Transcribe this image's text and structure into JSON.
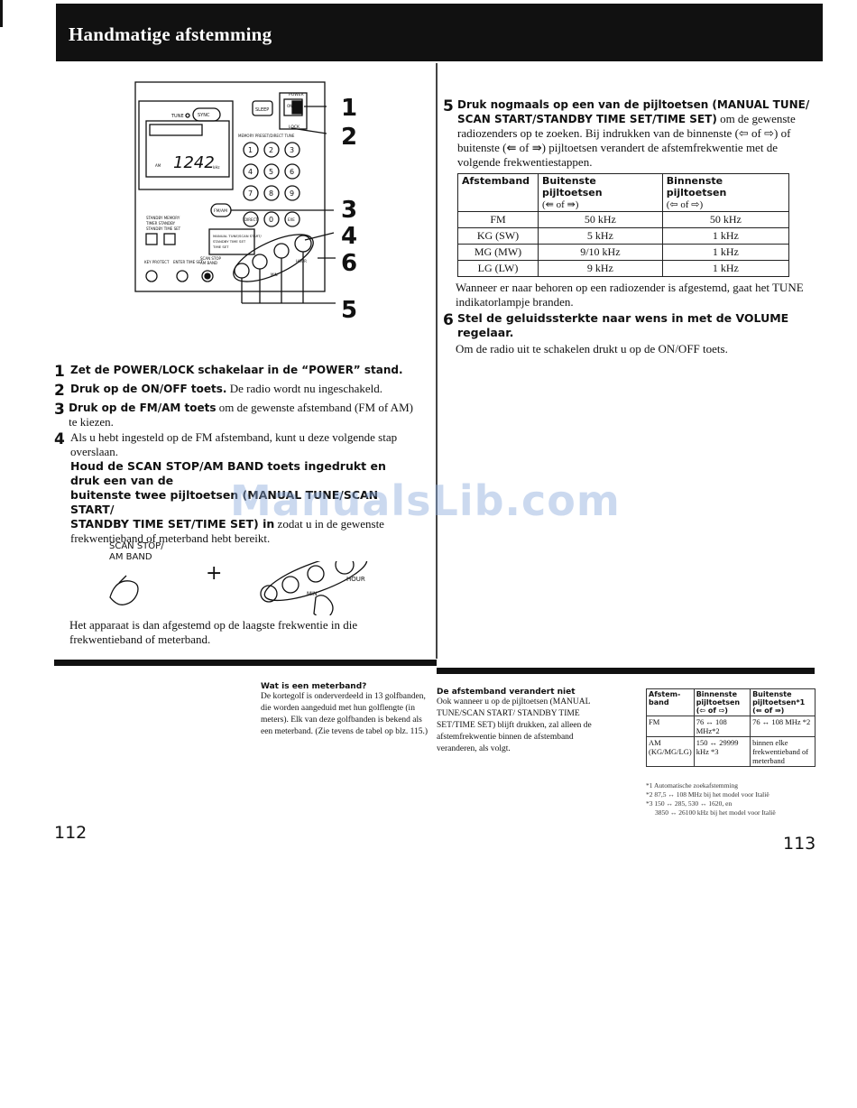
{
  "header": {
    "title": "Handmatige afstemming"
  },
  "figure1": {
    "callouts": [
      "1",
      "2",
      "3",
      "4",
      "5",
      "6"
    ],
    "labels": {
      "power": "POWER",
      "on": "ON",
      "lock": "LOCK",
      "sleep": "SLEEP",
      "tune": "TUNE",
      "sync": "SYNC",
      "memory_preset": "MEMORY PRESET/DIRECT TUNE",
      "display_freq": "1242",
      "display_unit": "kHz",
      "display_am": "AM",
      "fm_am": "FM/AM",
      "direct": "DIRECT",
      "exe": "EXE",
      "zero": "0",
      "standby_memory": "STANDBY MEMORY",
      "timer_standby": "TIMER STANDBY",
      "standby_time_set": "STANDBY TIME SET",
      "manual_tune": "MANUAL TUNE/SCAN START/",
      "standby_time_set2": "STANDBY TIME SET",
      "time_set": "TIME SET",
      "key_protect": "KEY PROTECT",
      "enter_time_set": "ENTER TIME SET",
      "scan_stop": "SCAN STOP",
      "am_band": "AM BAND",
      "min": "MIN",
      "hour": "HOUR",
      "keys": [
        "1",
        "2",
        "3",
        "4",
        "5",
        "6",
        "7",
        "8",
        "9"
      ]
    }
  },
  "left_steps": [
    {
      "num": "1",
      "bold": "Zet de POWER/LOCK schakelaar in de “POWER” stand.",
      "text": ""
    },
    {
      "num": "2",
      "bold": "Druk op de ON/OFF toets.",
      "text": " De radio wordt nu ingeschakeld."
    },
    {
      "num": "3",
      "bold": "Druk op de FM/AM toets",
      "text": " om de gewenste afstemband (FM of AM) te kiezen."
    },
    {
      "num": "4",
      "bold": "",
      "text": "Als u hebt ingesteld op de FM afstemband, kunt u deze volgende stap overslaan."
    }
  ],
  "step4_bold": "Houd de SCAN STOP/AM BAND toets ingedrukt en druk een van de",
  "step4_bold2": "buitenste twee pijltoetsen (MANUAL TUNE/SCAN START/",
  "step4_bold3": "STANDBY TIME SET/TIME SET) in",
  "step4_tail": " zodat u in de gewenste frekwentieband of meterband hebt bereikt.",
  "figure2": {
    "scan_stop_label1": "SCAN STOP/",
    "scan_stop_label2": "AM BAND",
    "plus": "+",
    "min": "MIN",
    "hour": "HOUR"
  },
  "left_after": "Het apparaat is dan afgestemd op de laagste frekwentie in die frekwentieband of meterband.",
  "right_steps": {
    "step5_num": "5",
    "step5_bold": "Druk nogmaals op een van de pijltoetsen (MANUAL TUNE/ SCAN START/STANDBY TIME SET/TIME SET)",
    "step5_text": " om de gewenste radiozenders op te zoeken. Bij indrukken van de binnenste (⇦ of ⇨) of buitenste (⇚ of ⇛) pijltoetsen verandert de afstemfrekwentie met de volgende frekwentiestappen.",
    "after_table": "Wanneer er naar behoren op een radiozender is afgestemd, gaat het TUNE indikatorlampje branden.",
    "step6_num": "6",
    "step6_bold": "Stel de geluidssterkte naar wens in met de VOLUME regelaar.",
    "step6_text": "Om de radio uit te schakelen drukt u op de ON/OFF toets."
  },
  "freq_table": {
    "headers": [
      "Afstemband",
      "Buitenste pijltoetsen",
      "Binnenste pijltoetsen"
    ],
    "subheaders": [
      "",
      "(⇚ of ⇛)",
      "(⇦ of ⇨)"
    ],
    "rows": [
      [
        "FM",
        "50 kHz",
        "50 kHz"
      ],
      [
        "KG (SW)",
        "5 kHz",
        "1 kHz"
      ],
      [
        "MG (MW)",
        "9/10 kHz",
        "1 kHz"
      ],
      [
        "LG (LW)",
        "9 kHz",
        "1 kHz"
      ]
    ]
  },
  "meterband": {
    "title": "Wat is een meterband?",
    "body": "De kortegolf is onderverdeeld in 13 golfbanden, die worden aangeduid met hun golflengte (in meters). Elk van deze golfbanden is bekend als een meterband. (Zie tevens de tabel op blz. 115.)"
  },
  "afstemband_note": {
    "title": "De afstemband verandert niet",
    "body": "Ook wanneer u op de pijltoetsen (MANUAL TUNE/SCAN START/ STANDBY TIME SET/TIME SET) blijft drukken, zal alleen de afstemfrekwentie binnen de afstemband veranderen, als volgt."
  },
  "band_table": {
    "headers": [
      "Afstem-band",
      "Binnenste pijltoetsen (⇦ of ⇨)",
      "Buitenste pijltoetsen*1 (⇚ of ⇛)"
    ],
    "rows": [
      [
        "FM",
        "76 ↔ 108 MHz*2",
        "76 ↔ 108 MHz *2"
      ],
      [
        "AM (KG/MG/LG)",
        "150 ↔ 29999 kHz *3",
        "binnen elke frekwentieband of meterband"
      ]
    ]
  },
  "footnotes": [
    "*1 Automatische zoekafstemming",
    "*2 87,5 ↔ 108 MHz bij het model voor Italië",
    "*3 150 ↔ 285, 530 ↔ 1620, en",
    "3850 ↔ 26100 kHz bij het model voor Italië"
  ],
  "page_numbers": {
    "left": "112",
    "right": "113"
  },
  "watermark": "ManualsLib.com"
}
